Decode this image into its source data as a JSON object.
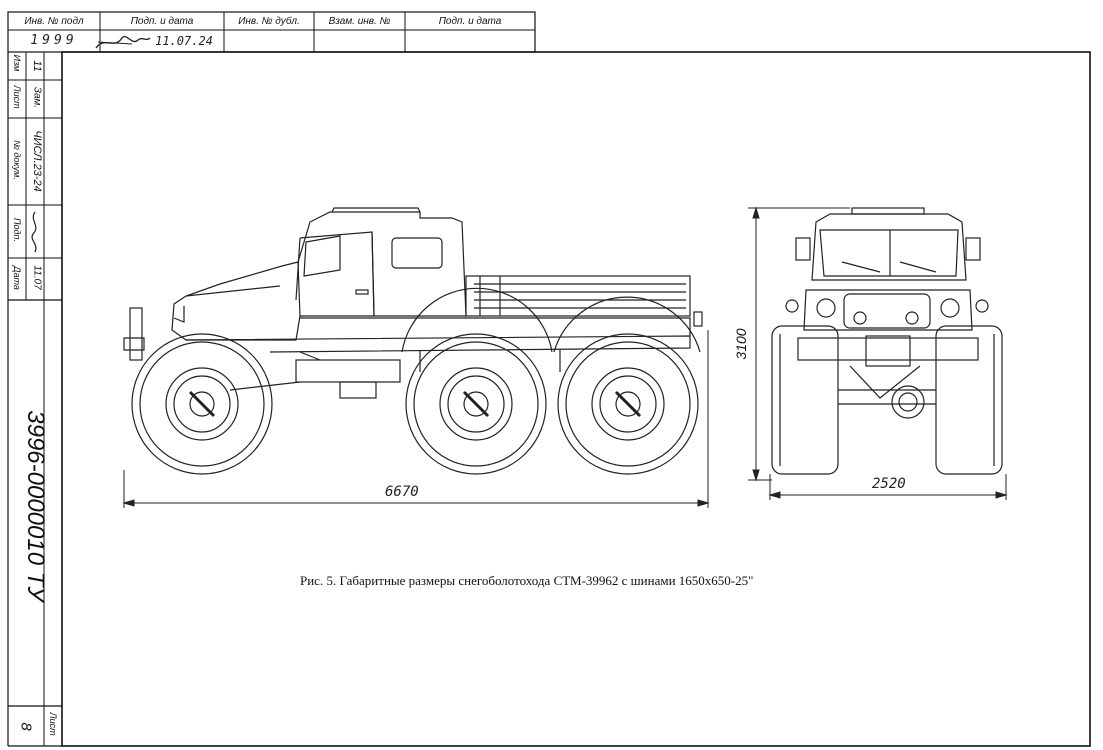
{
  "stamp_top": {
    "headers": [
      "Инв. № подл",
      "Подп. и дата",
      "Инв. № дубл.",
      "Взам. инв. №",
      "Подп. и дата"
    ],
    "inv_number": "1999",
    "signature_date": "11.07.24"
  },
  "revision_block": {
    "labels": [
      "Изм",
      "Лист",
      "№ докум.",
      "Подп.",
      "Дата"
    ],
    "change_no": "11",
    "sheet_word": "Зам.",
    "doc_number": "ЧИСЛ.23-24",
    "date": "11.07"
  },
  "doc_code": "3996-0000010 ТУ",
  "sheet": {
    "label": "Лист",
    "number": "8"
  },
  "dimensions": {
    "length": "6670",
    "height": "3100",
    "width": "2520"
  },
  "caption": "Рис. 5. Габаритные размеры снегоболотохода СТМ-39962 с шинами 1650х650-25\""
}
